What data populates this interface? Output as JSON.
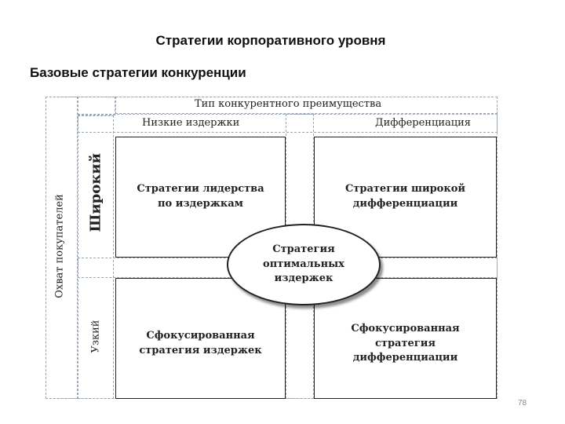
{
  "slide": {
    "title": "Стратегии корпоративного уровня",
    "subtitle": "Базовые стратегии конкуренции",
    "page_number": "78"
  },
  "diagram": {
    "header_top": "Тип конкурентного преимущества",
    "col_low_cost": "Низкие издержки",
    "col_differentiation": "Дифференциация",
    "row_axis": "Охват покупателей",
    "row_broad": "Широкий",
    "row_narrow": "Узкий",
    "cells": {
      "cost_leadership": [
        "Стратегии лидерства",
        "по издержкам"
      ],
      "broad_differentiation": [
        "Стратегии широкой",
        "дифференциации"
      ],
      "focused_cost": [
        "Сфокусированная",
        "стратегия издержек"
      ],
      "focused_differentiation": [
        "Сфокусированная",
        "стратегия",
        "дифференциации"
      ]
    },
    "center": [
      "Стратегия",
      "оптимальных",
      "издержек"
    ]
  }
}
